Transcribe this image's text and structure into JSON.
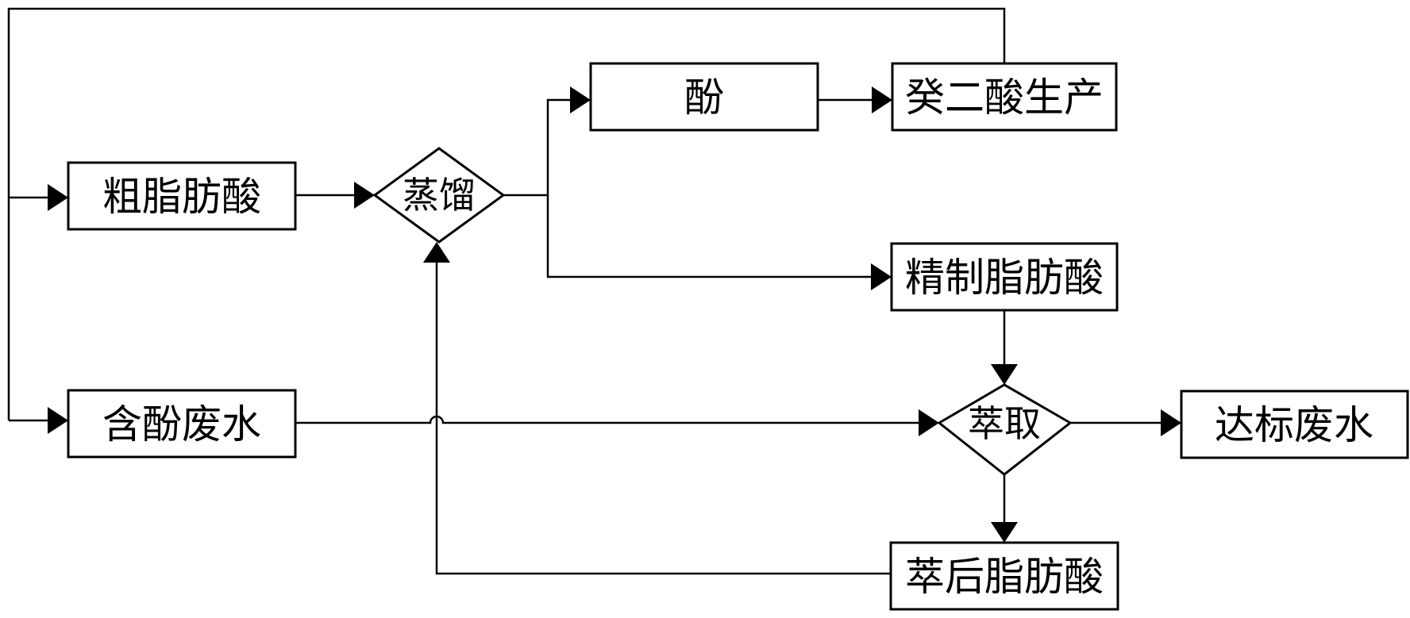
{
  "diagram": {
    "nodes": {
      "crude_fatty_acid": "粗脂肪酸",
      "distillation": "蒸馏",
      "phenol": "酚",
      "sebacic_acid_production": "癸二酸生产",
      "refined_fatty_acid": "精制脂肪酸",
      "phenol_wastewater": "含酚废水",
      "extraction": "萃取",
      "compliant_wastewater": "达标废水",
      "post_extraction_fatty_acid": "萃后脂肪酸"
    },
    "colors": {
      "line": "#000000",
      "background": "#ffffff"
    }
  }
}
